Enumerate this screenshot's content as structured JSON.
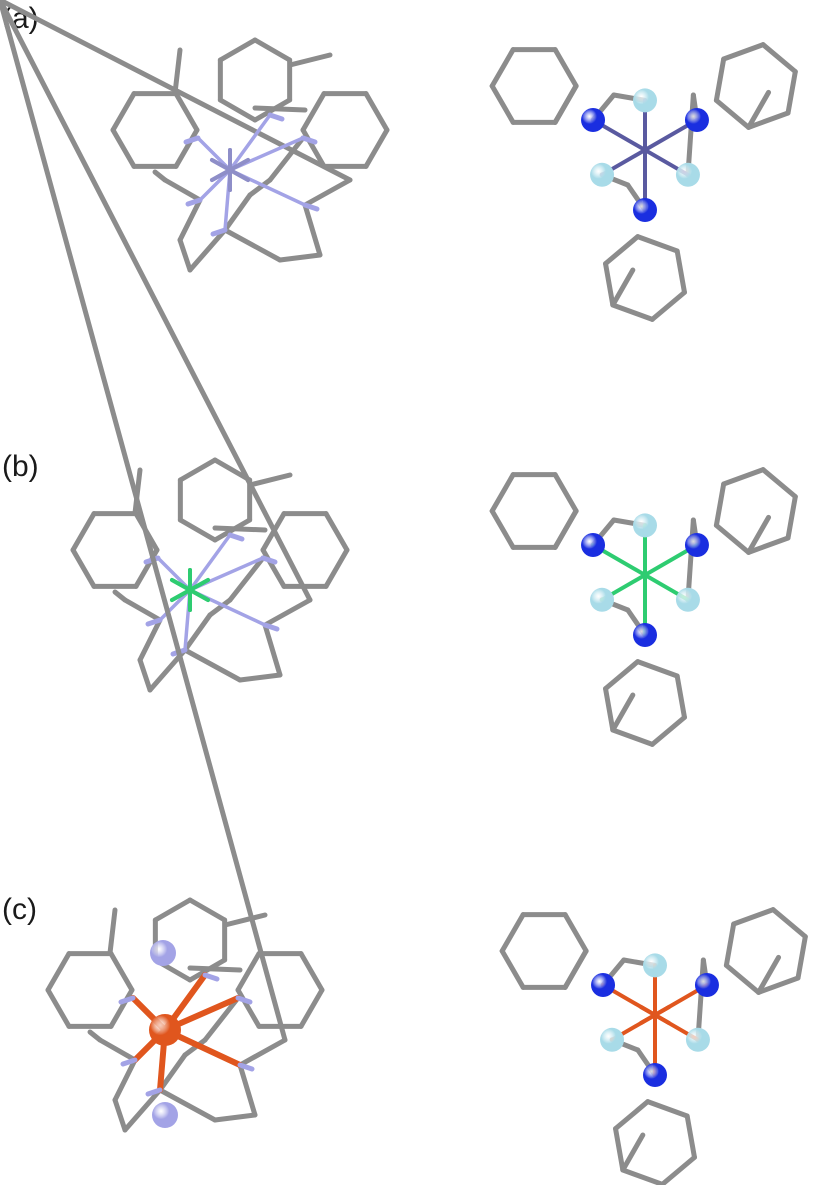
{
  "panels": [
    {
      "label": "(a)",
      "metal_color": "#8e8ec8",
      "metal_ball": false
    },
    {
      "label": "(b)",
      "metal_color": "#2ecc71",
      "metal_ball": false
    },
    {
      "label": "(c)",
      "metal_color": "#e0561e",
      "metal_ball": true
    }
  ],
  "colors": {
    "carbon": "#8c8c8c",
    "nitrogen_stick": "#a3a3e6",
    "nitrogen_ball": "#1a2ee0",
    "amine_ball": "#a8dbe8"
  }
}
